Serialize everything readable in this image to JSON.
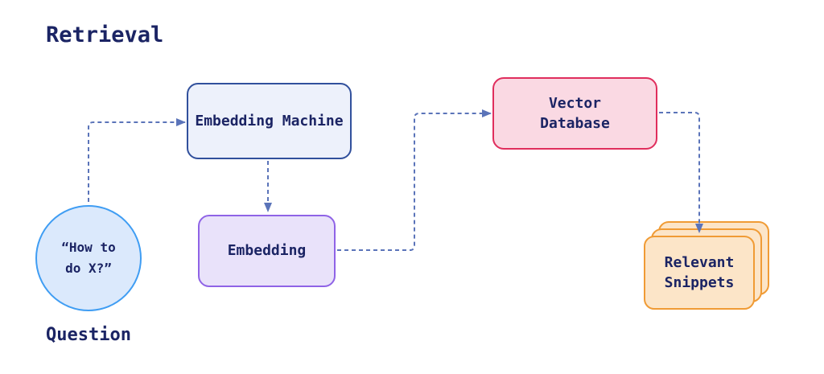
{
  "title": "Retrieval",
  "colors": {
    "arrow": "#5b74b9",
    "text": "#1b2464",
    "canvas_bg": "#ffffff"
  },
  "nodes": {
    "question": {
      "label": "“How to\ndo X?”",
      "caption": "Question",
      "fill": "#dbe9fc",
      "border": "#3f9df3"
    },
    "embedding_machine": {
      "label": "Embedding Machine",
      "fill": "#edf1fb",
      "border": "#31509c"
    },
    "embedding": {
      "label": "Embedding",
      "fill": "#e9e2fa",
      "border": "#8f63e6"
    },
    "vector_database": {
      "label": "Vector\nDatabase",
      "fill": "#fad9e3",
      "border": "#e02e5d"
    },
    "relevant_snippets": {
      "label": "Relevant\nSnippets",
      "fill": "#fce5c8",
      "border": "#f09b35"
    }
  }
}
